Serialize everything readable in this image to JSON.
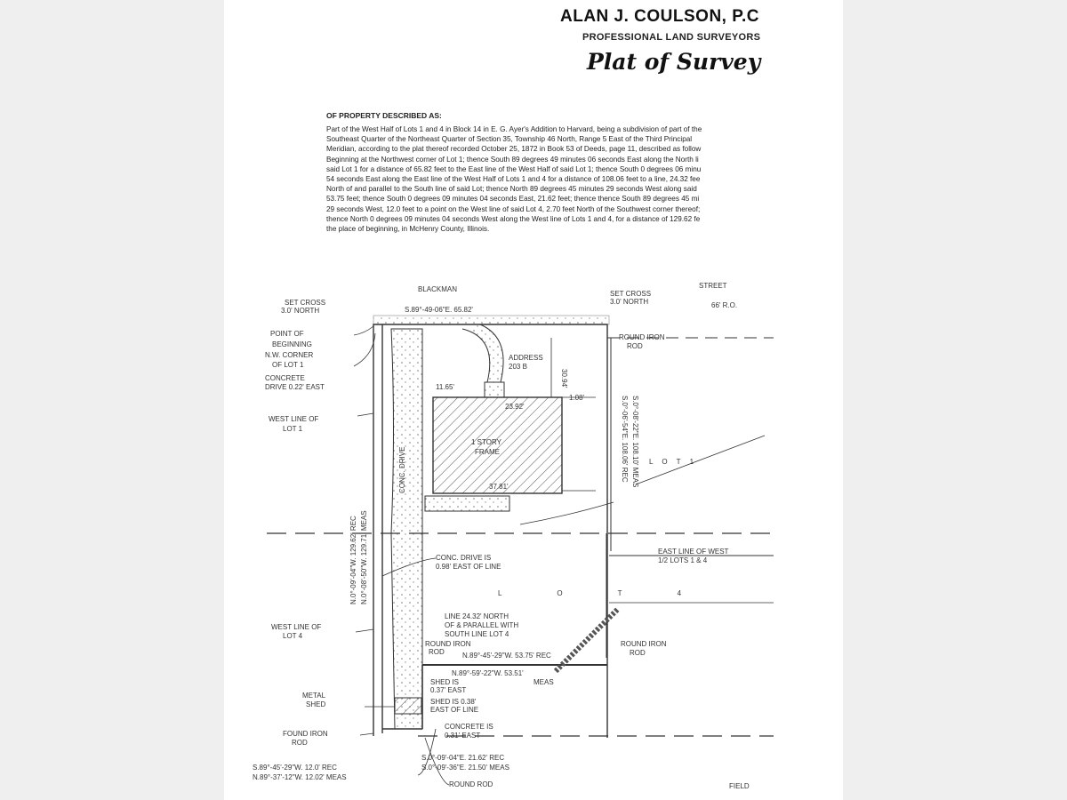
{
  "header": {
    "firm": "ALAN J. COULSON, P.C",
    "subtitle": "PROFESSIONAL LAND SURVEYORS",
    "title": "Plat of Survey"
  },
  "description": {
    "heading": "OF PROPERTY DESCRIBED AS:",
    "lines": [
      "Part of the West Half of Lots 1 and 4 in Block 14 in E. G. Ayer's Addition to Harvard, being a subdivision of part of the",
      "Southeast Quarter of the Northeast Quarter of Section 35, Township 46 North, Range 5 East of the Third Principal",
      "Meridian, according to the plat thereof recorded October 25, 1872 in Book 53 of Deeds, page 11, described as follow",
      "Beginning at the Northwest corner of Lot 1; thence South 89 degrees 49 minutes 06 seconds East along the North li",
      "said Lot 1 for a distance of 65.82 feet to the East line of the West Half of said Lot 1; thence South 0 degrees 06 minu",
      "54 seconds East along the East line of the West Half of Lots 1 and 4 for a distance of 108.06 feet to a line, 24.32 fee",
      "North of and parallel to the South line of said Lot; thence North 89 degrees 45 minutes 29 seconds West along said",
      "53.75 feet; thence South 0 degrees 09 minutes 04 seconds East, 21.62 feet; thence thence South 89 degrees 45 mi",
      "29 seconds West, 12.0 feet to a point on the West line of said Lot 4, 2.70 feet North of the Southwest corner thereof;",
      "thence North 0 degrees 09 minutes 04 seconds West along the West line of Lots 1 and 4, for a distance of 129.62 fe",
      "the place of beginning, in McHenry County, Illinois."
    ]
  },
  "plat": {
    "street_name_1": "BLACKMAN",
    "street_name_2": "STREET",
    "street_width": "66' R.O.",
    "north_bearing": "S.89°-49-06\"E. 65.82'",
    "set_cross_left": [
      "SET CROSS",
      "3.0' NORTH"
    ],
    "set_cross_right": [
      "SET CROSS",
      "3.0' NORTH"
    ],
    "point_of_beginning": [
      "POINT OF",
      "BEGINNING",
      "N.W. CORNER",
      "OF LOT 1"
    ],
    "concrete_drive": [
      "CONCRETE",
      "DRIVE 0.22' EAST"
    ],
    "west_line_lot1": [
      "WEST LINE OF",
      "LOT 1"
    ],
    "round_iron_rod_ne": [
      "ROUND IRON",
      "ROD"
    ],
    "address": [
      "ADDRESS",
      "203 B"
    ],
    "house_label": [
      "1 STORY",
      "FRAME"
    ],
    "dim_top": "23.92'",
    "dim_left": "11.65'",
    "dim_bottom": "37.81'",
    "dim_setback": "30.94'",
    "dim_right": "1.08'",
    "lot_1": "L O T   1",
    "lot_4": "L O T   4",
    "east_bearing": [
      "S.0°-06'-54\"E. 108.06' REC",
      "S.0°-08'-22\"E. 108.10' MEAS"
    ],
    "west_bearing": [
      "N.0°-09'-04\"W. 129.62' REC",
      "N.0°-08'-50\"W. 129.71' MEAS"
    ],
    "east_line_west": [
      "EAST LINE OF WEST",
      "1/2 LOTS 1 & 4"
    ],
    "drive_note": [
      "CONC. DRIVE IS",
      "0.98' EAST OF LINE"
    ],
    "driveway": "CONC. DRIVE",
    "west_line_lot4": [
      "WEST LINE OF",
      "LOT 4"
    ],
    "line_2432": [
      "LINE 24.32' NORTH",
      "OF & PARALLEL WITH",
      "SOUTH LINE LOT 4"
    ],
    "round_iron_rod_sw": [
      "ROUND IRON",
      "ROD"
    ],
    "south_bearing_rec": "N.89°-45'-29\"W. 53.75' REC",
    "south_bearing_meas": [
      "N.89°-59'-22\"W. 53.51'",
      "MEAS"
    ],
    "round_iron_rod_se": [
      "ROUND IRON",
      "ROD"
    ],
    "shed_note": [
      "SHED IS",
      "0.37' EAST"
    ],
    "shed_note2": [
      "SHED IS 0.38'",
      "EAST OF LINE"
    ],
    "metal_shed": [
      "METAL",
      "SHED"
    ],
    "found_iron_rod": [
      "FOUND IRON",
      "ROD"
    ],
    "concrete_note": [
      "CONCRETE IS",
      "0.31' EAST"
    ],
    "sw_bearing": [
      "S.89°-45'-29\"W. 12.0' REC",
      "N.89°-37'-12\"W. 12.02' MEAS"
    ],
    "s_bearing": [
      "S.0°-09'-04\"E. 21.62' REC",
      "S.0°-09'-36\"E. 21.50' MEAS"
    ],
    "round_rod": "ROUND ROD",
    "field": "FIELD"
  }
}
